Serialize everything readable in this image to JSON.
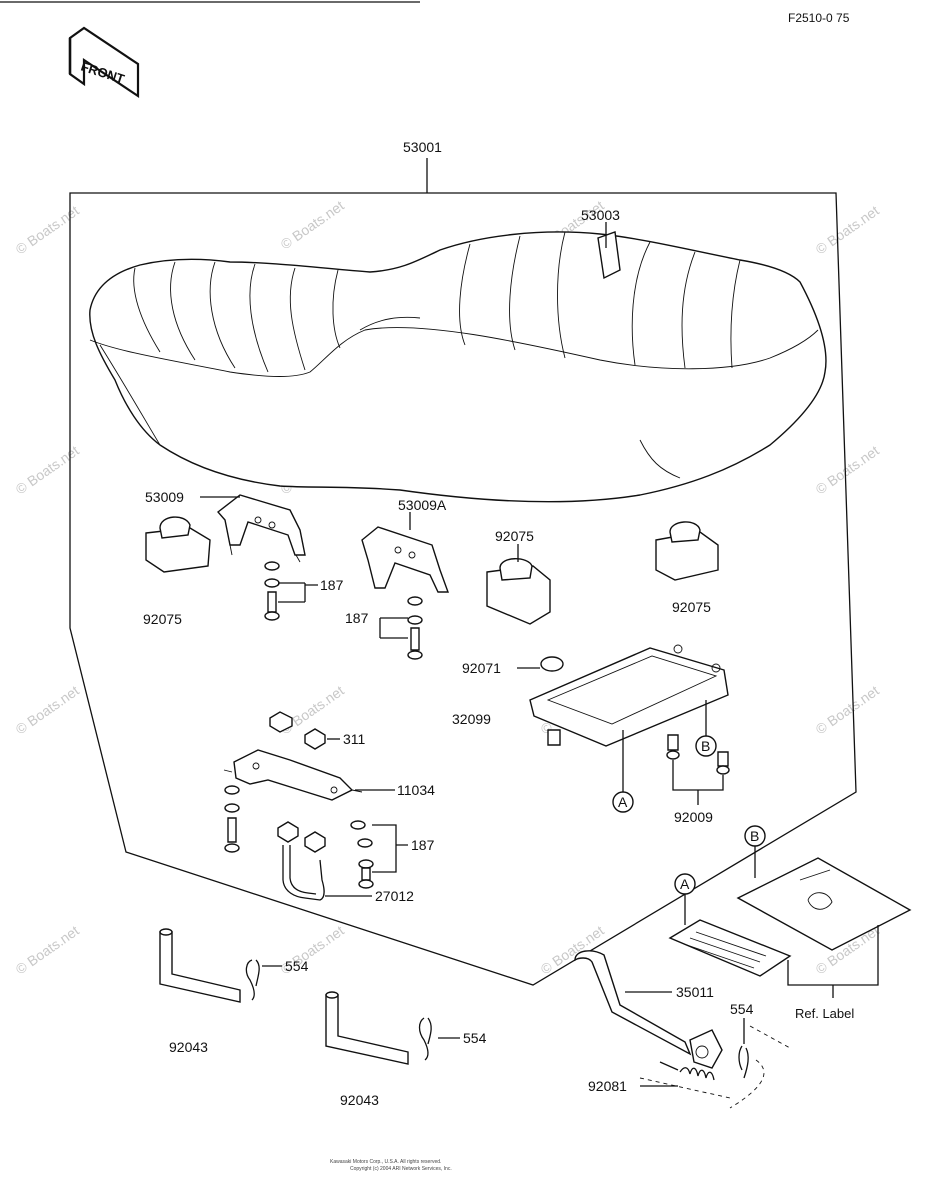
{
  "diagram": {
    "figure_code": "F2510-0 75",
    "front_label": "FRONT",
    "watermark": "© Boats.net",
    "footer_line1": "Kawasaki Motors Corp., U.S.A. All rights reserved.",
    "footer_line2": "Copyright (c) 2004 ARI Network Services, Inc.",
    "labels": {
      "seat_assembly": "53001",
      "seat_strap": "53003",
      "bracket_left": "53009",
      "bracket_right": "53009A",
      "damper_left": "92075",
      "damper_center": "92075",
      "damper_right": "92075",
      "bolt_set_left": "187",
      "bolt_set_center": "187",
      "bolt_set_lower": "187",
      "grommet": "92071",
      "tray": "32099",
      "nut": "311",
      "bracket_lower": "11034",
      "u_bolt": "27012",
      "screws": "92009",
      "marker_a": "A",
      "marker_b": "B",
      "pin_left": "92043",
      "pin_center": "92043",
      "clip_left": "554",
      "clip_center": "554",
      "clip_right": "554",
      "hook_rod": "35011",
      "spring": "92081",
      "ref_label": "Ref. Label"
    }
  }
}
